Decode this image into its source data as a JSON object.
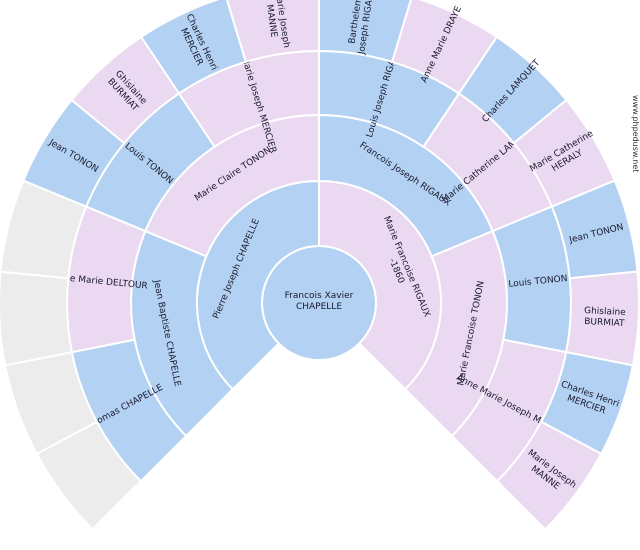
{
  "watermark": "www.phpedusw.net",
  "colors": {
    "male": "#b3d1f2",
    "female": "#ead9f0",
    "empty": "#ececec"
  },
  "root": {
    "id": "root",
    "lines": [
      "Francois Xavier",
      "CHAPELLE"
    ],
    "sex": "M"
  },
  "generations": [
    [
      {
        "id": "g1-0",
        "lines": [
          "Pierre Joseph CHAPELLE"
        ],
        "sex": "M"
      },
      {
        "id": "g1-1",
        "lines": [
          "Marie Francoise RIGAUX",
          "-1860"
        ],
        "sex": "F"
      }
    ],
    [
      {
        "id": "g2-0",
        "lines": [
          "Jean Baptiste CHAPELLE"
        ],
        "sex": "M"
      },
      {
        "id": "g2-1",
        "lines": [
          "Marie Claire TONON"
        ],
        "sex": "F"
      },
      {
        "id": "g2-2",
        "lines": [
          "Francois Joseph RIGAUX"
        ],
        "sex": "M"
      },
      {
        "id": "g2-3",
        "lines": [
          "Marie Francoise TONON"
        ],
        "sex": "F"
      }
    ],
    [
      {
        "id": "g3-0",
        "lines": [
          "Thomas CHAPELLE"
        ],
        "sex": "M"
      },
      {
        "id": "g3-1",
        "lines": [
          "Anne Marie DELTOUR"
        ],
        "sex": "F"
      },
      {
        "id": "g3-2",
        "lines": [
          "Louis TONON"
        ],
        "sex": "M"
      },
      {
        "id": "g3-3",
        "lines": [
          "Anne Marie Joseph MERCIER"
        ],
        "sex": "F"
      },
      {
        "id": "g3-4",
        "lines": [
          "Louis Joseph RIGAUX"
        ],
        "sex": "M"
      },
      {
        "id": "g3-5",
        "lines": [
          "Marie Catherine LAMQUET"
        ],
        "sex": "F"
      },
      {
        "id": "g3-6",
        "lines": [
          "Louis TONON"
        ],
        "sex": "M"
      },
      {
        "id": "g3-7",
        "lines": [
          "Anne Marie Joseph MERCIER"
        ],
        "sex": "F"
      }
    ],
    [
      {
        "id": "g4-0",
        "lines": [],
        "sex": "X"
      },
      {
        "id": "g4-1",
        "lines": [],
        "sex": "X"
      },
      {
        "id": "g4-2",
        "lines": [],
        "sex": "X"
      },
      {
        "id": "g4-3",
        "lines": [],
        "sex": "X"
      },
      {
        "id": "g4-4",
        "lines": [
          "Jean TONON"
        ],
        "sex": "M"
      },
      {
        "id": "g4-5",
        "lines": [
          "Ghislaine",
          "BURMIAT"
        ],
        "sex": "F"
      },
      {
        "id": "g4-6",
        "lines": [
          "Charles Henri",
          "MERCIER"
        ],
        "sex": "M"
      },
      {
        "id": "g4-7",
        "lines": [
          "Marie Joseph",
          "MANNE"
        ],
        "sex": "F"
      },
      {
        "id": "g4-8",
        "lines": [
          "Barthelemi",
          "Joseph RIGAUX"
        ],
        "sex": "M"
      },
      {
        "id": "g4-9",
        "lines": [
          "Anne Marie DRAYE"
        ],
        "sex": "F"
      },
      {
        "id": "g4-10",
        "lines": [
          "Charles LAMQUET"
        ],
        "sex": "M"
      },
      {
        "id": "g4-11",
        "lines": [
          "Marie Catherine",
          "HERALY"
        ],
        "sex": "F"
      },
      {
        "id": "g4-12",
        "lines": [
          "Jean TONON"
        ],
        "sex": "M"
      },
      {
        "id": "g4-13",
        "lines": [
          "Ghislaine",
          "BURMIAT"
        ],
        "sex": "F"
      },
      {
        "id": "g4-14",
        "lines": [
          "Charles Henri",
          "MERCIER"
        ],
        "sex": "M"
      },
      {
        "id": "g4-15",
        "lines": [
          "Marie Joseph",
          "MANNE"
        ],
        "sex": "F"
      }
    ]
  ]
}
